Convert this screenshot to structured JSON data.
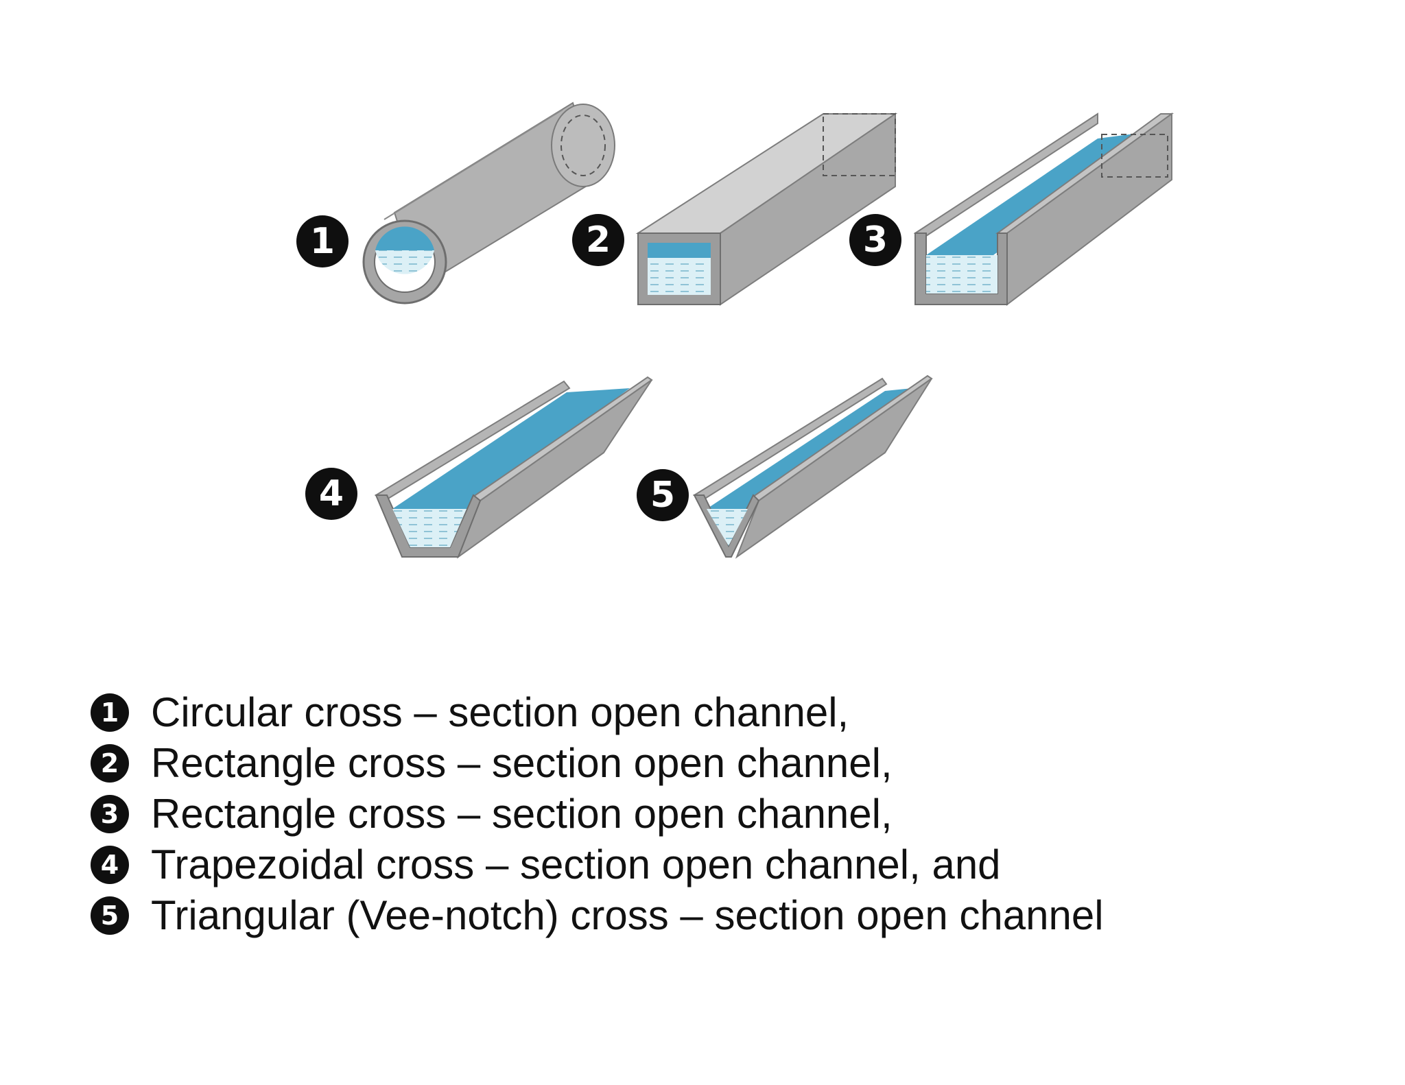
{
  "colors": {
    "water_surface": "#4aa3c7",
    "water_section": "#dcf0f6",
    "channel_wall": "#9b9b9b",
    "channel_light": "#c6c6c6",
    "badge": "#0f0f0f"
  },
  "diagram": {
    "channels": [
      {
        "number": "1",
        "icon": "circular-channel-icon"
      },
      {
        "number": "2",
        "icon": "closed-rectangular-channel-icon"
      },
      {
        "number": "3",
        "icon": "open-rectangular-channel-icon"
      },
      {
        "number": "4",
        "icon": "trapezoidal-channel-icon"
      },
      {
        "number": "5",
        "icon": "triangular-channel-icon"
      }
    ]
  },
  "legend": {
    "items": [
      {
        "number": "1",
        "text": "Circular cross – section open channel,"
      },
      {
        "number": "2",
        "text": "Rectangle cross – section open channel,"
      },
      {
        "number": "3",
        "text": "Rectangle cross – section open channel,"
      },
      {
        "number": "4",
        "text": "Trapezoidal cross – section open channel, and"
      },
      {
        "number": "5",
        "text": "Triangular (Vee-notch) cross – section open channel"
      }
    ]
  }
}
